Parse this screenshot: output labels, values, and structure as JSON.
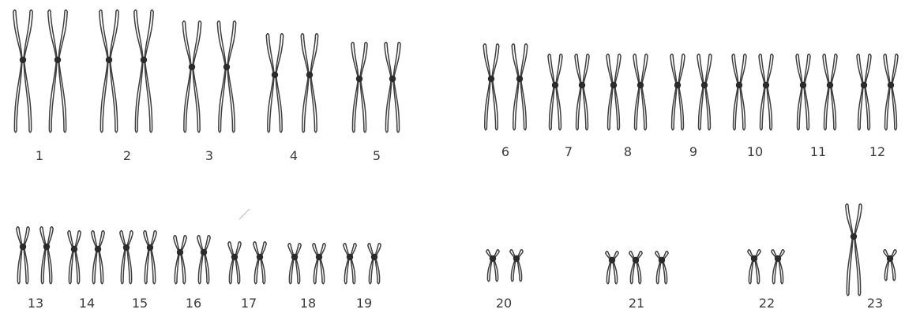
{
  "karyotype": {
    "pairs": [
      {
        "label": "1",
        "chromosome_count": 2
      },
      {
        "label": "2",
        "chromosome_count": 2
      },
      {
        "label": "3",
        "chromosome_count": 2
      },
      {
        "label": "4",
        "chromosome_count": 2
      },
      {
        "label": "5",
        "chromosome_count": 2
      },
      {
        "label": "6",
        "chromosome_count": 2
      },
      {
        "label": "7",
        "chromosome_count": 2
      },
      {
        "label": "8",
        "chromosome_count": 2
      },
      {
        "label": "9",
        "chromosome_count": 2
      },
      {
        "label": "10",
        "chromosome_count": 2
      },
      {
        "label": "11",
        "chromosome_count": 2
      },
      {
        "label": "12",
        "chromosome_count": 2
      },
      {
        "label": "13",
        "chromosome_count": 2
      },
      {
        "label": "14",
        "chromosome_count": 2
      },
      {
        "label": "15",
        "chromosome_count": 2
      },
      {
        "label": "16",
        "chromosome_count": 2
      },
      {
        "label": "17",
        "chromosome_count": 2
      },
      {
        "label": "18",
        "chromosome_count": 2
      },
      {
        "label": "19",
        "chromosome_count": 2
      },
      {
        "label": "20",
        "chromosome_count": 2
      },
      {
        "label": "21",
        "chromosome_count": 3
      },
      {
        "label": "22",
        "chromosome_count": 2
      },
      {
        "label": "23",
        "chromosome_count": 2
      }
    ]
  }
}
